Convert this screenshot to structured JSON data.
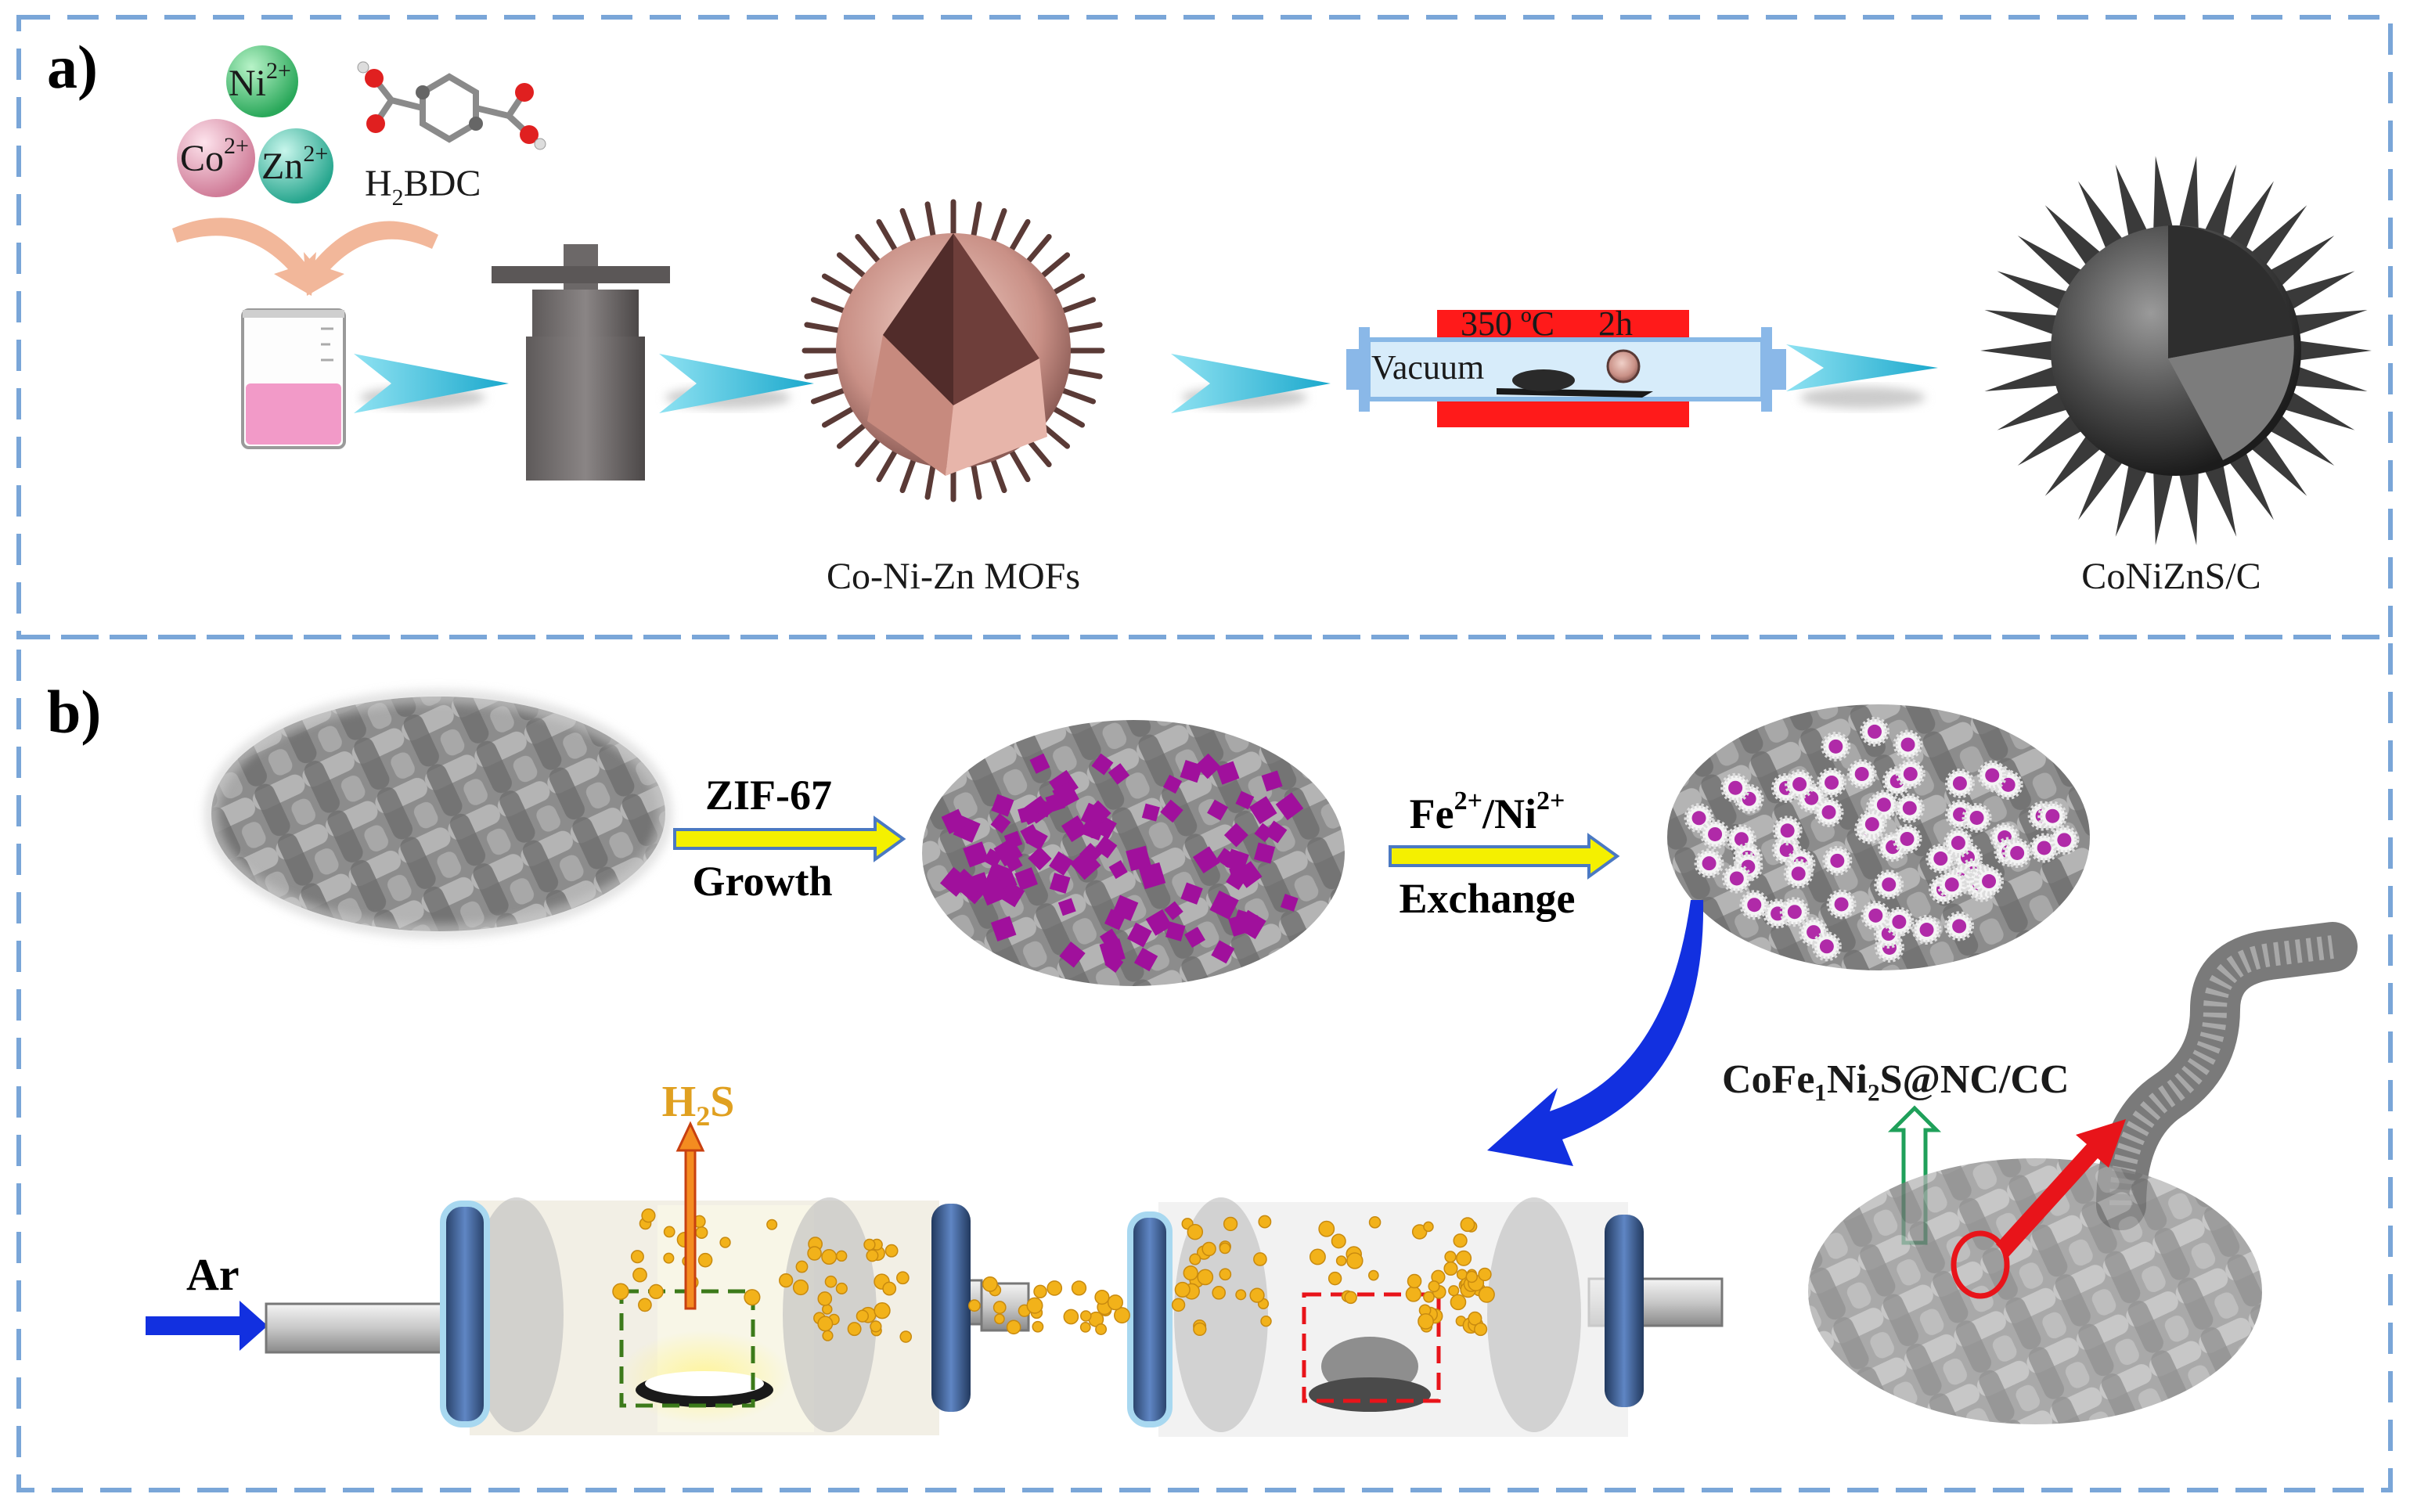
{
  "panel_a": {
    "label": "a)",
    "ions": [
      "Ni",
      "2+",
      "Co",
      "2+",
      "Zn",
      "2+"
    ],
    "linker": {
      "main": "H",
      "sub": "2",
      "rest": "BDC"
    },
    "furnace": {
      "temp": "350 ºC",
      "time": "2h",
      "vacuum": "Vacuum"
    },
    "mof_label": "Co-Ni-Zn MOFs",
    "product_label": "CoNiZnS/C"
  },
  "panel_b": {
    "label": "b)",
    "step1": {
      "top": "ZIF-67",
      "bottom": "Growth"
    },
    "step2": {
      "top_a": "Fe",
      "sup_a": "2+",
      "top_b": "/Ni",
      "sup_b": "2+",
      "bottom": "Exchange"
    },
    "gas_in": "Ar",
    "gas_out": {
      "main": "H",
      "sub": "2",
      "rest": "S"
    },
    "product_label": "CoFe₁Ni₂S@NC/CC"
  },
  "colors": {
    "frame": "#7aa6d8",
    "arrow_cyan": "#2bb8d8",
    "mof_pink": "#d9a49b",
    "ion_ni": "#4ccf7a",
    "ion_co": "#f3a8c0",
    "ion_zn": "#5ad0b8",
    "furnace_red": "#ff1a1a",
    "zif_purple": "#a0109c",
    "arrow_yellow": "#f4f000",
    "arrow_blue": "#1230e0",
    "sulfur_gold": "#f2b21a",
    "flange_blue": "#3a5f9a"
  }
}
